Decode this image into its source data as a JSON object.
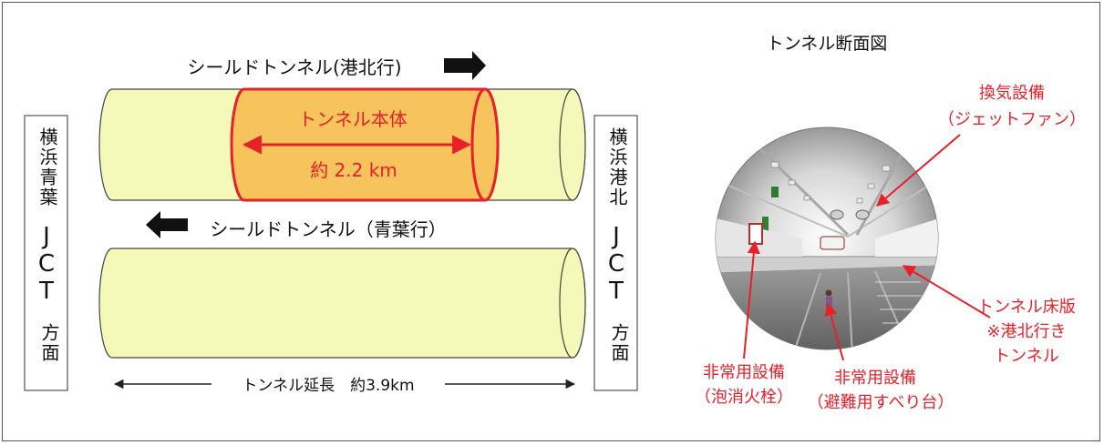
{
  "left_diagram": {
    "top_tunnel_label": "シールドトンネル(港北行)",
    "bottom_tunnel_label": "シールドトンネル（青葉行）",
    "highlight_title": "トンネル本体",
    "highlight_length": "約 2.2 km",
    "total_length_label": "トンネル延長　約3.9km",
    "left_jct": {
      "name": "横浜青葉",
      "jct": "JCT",
      "dir": "方面"
    },
    "right_jct": {
      "name": "横浜港北",
      "jct": "JCT",
      "dir": "方面"
    }
  },
  "right_diagram": {
    "title": "トンネル断面図",
    "callouts": {
      "ventilation_1": "換気設備",
      "ventilation_2": "（ジェットファン）",
      "floor_1": "トンネル床版",
      "floor_2": "※港北行き",
      "floor_3": "トンネル",
      "hydrant_1": "非常用設備",
      "hydrant_2": "（泡消火栓）",
      "slide_1": "非常用設備",
      "slide_2": "（避難用すべり台）"
    }
  },
  "colors": {
    "tunnel_fill": "#f4f8b8",
    "highlight_fill": "#f7c35c",
    "highlight_stroke": "#e8202a",
    "callout_red": "#e8202a"
  }
}
